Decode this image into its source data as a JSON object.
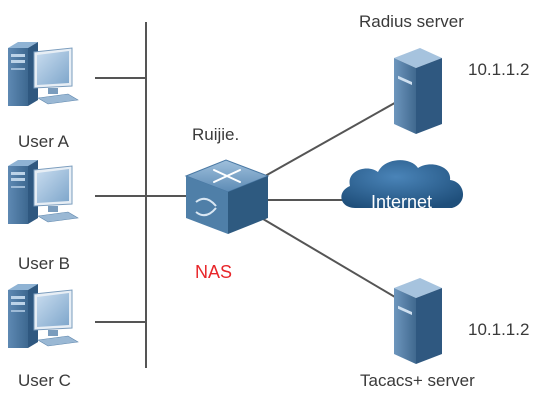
{
  "diagram": {
    "users": [
      {
        "label": "User A"
      },
      {
        "label": "User B"
      },
      {
        "label": "User C"
      }
    ],
    "switch": {
      "brand": "Ruijie.",
      "role": "NAS",
      "icon": "switch-icon"
    },
    "radius": {
      "label": "Radius server",
      "ip": "10.1.1.2",
      "icon": "server-icon"
    },
    "tacacs": {
      "label": "Tacacs+ server",
      "ip": "10.1.1.2",
      "icon": "server-icon"
    },
    "cloud": {
      "label": "Internet",
      "icon": "cloud-icon"
    },
    "colors": {
      "line": "#555555",
      "device_blue": "#4f7fa8",
      "device_dark": "#2e5a80",
      "cloud": "#2d6290",
      "nas_label": "#e8262a",
      "text": "#3a3a3a"
    }
  }
}
